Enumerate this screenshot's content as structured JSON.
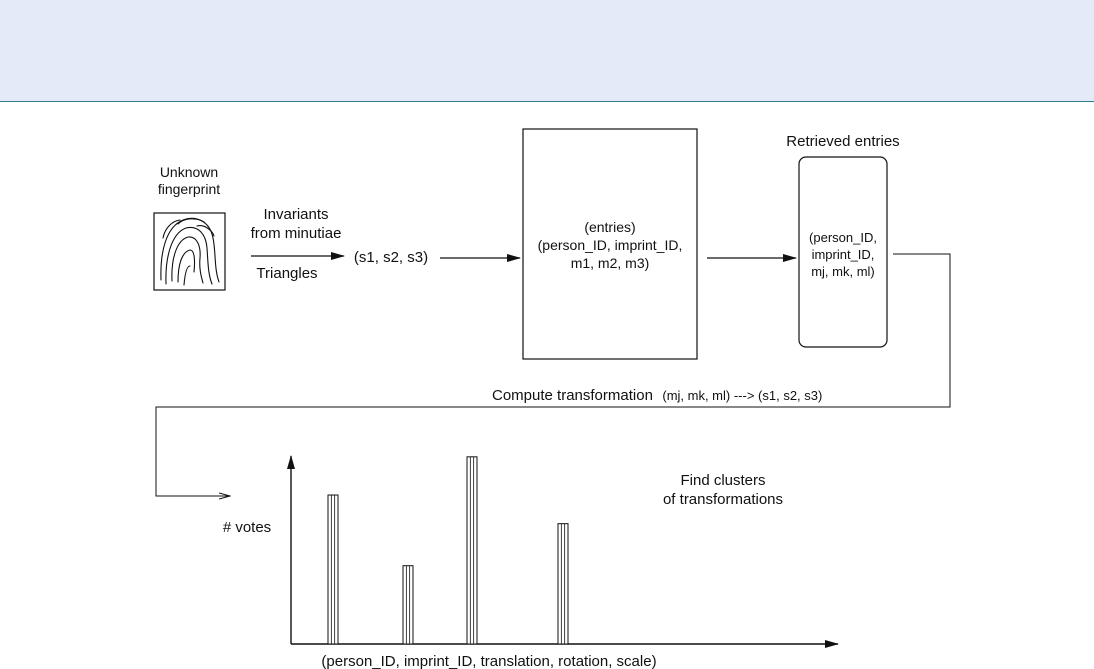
{
  "colors": {
    "header_band": "#e4ebf8",
    "header_rule": "#2e7f8c",
    "ink": "#111111"
  },
  "unknown_fingerprint": {
    "line1": "Unknown",
    "line2": "fingerprint"
  },
  "extraction": {
    "label_line1": "Invariants",
    "label_line2": "from minutiae",
    "label_below": "Triangles",
    "output": "(s1, s2, s3)"
  },
  "database": {
    "line1": "(entries)",
    "line2": "(person_ID, imprint_ID,",
    "line3": "m1, m2, m3)"
  },
  "retrieved": {
    "title": "Retrieved entries",
    "line1": "(person_ID,",
    "line2": "imprint_ID,",
    "line3": "mj, mk, ml)"
  },
  "transform": {
    "main": "Compute transformation",
    "detail": "(mj, mk, ml) ---> (s1, s2, s3)"
  },
  "clusters": {
    "line1": "Find clusters",
    "line2": "of transformations"
  },
  "chart_data": {
    "type": "bar",
    "categories": [
      "",
      "",
      "",
      ""
    ],
    "values": [
      0.78,
      0.41,
      0.98,
      0.63
    ],
    "ylabel": "# votes",
    "xlabel": "(person_ID, imprint_ID, translation, rotation, scale)",
    "ylim": [
      0,
      1
    ],
    "grid": false
  }
}
